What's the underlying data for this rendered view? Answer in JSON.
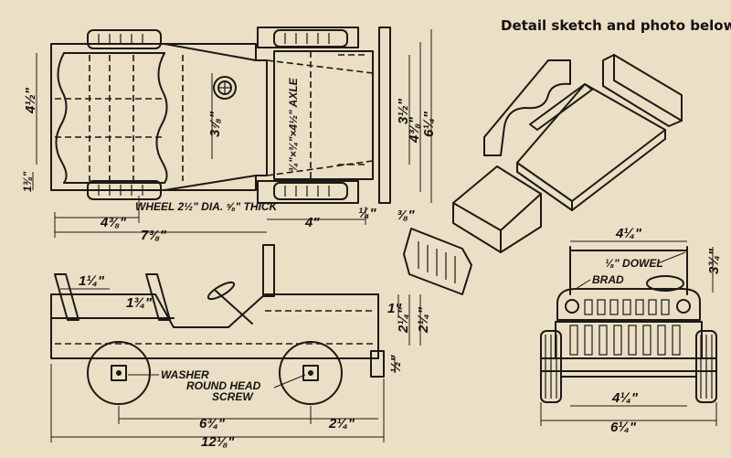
{
  "header": {
    "title": "Detail sketch and photo below"
  },
  "top_view": {
    "dim_length_front": "4⅜\"",
    "dim_total_length": "7⅜\"",
    "dim_rear": "4\"",
    "dim_width": "4½\"",
    "dim_seat_depth": "3⅞\"",
    "dim_small_left": "1⅜\"",
    "dim_axle_spacing": "3½\"",
    "dim_grille_depth": "4⅜\"",
    "dim_total_width": "6¼\"",
    "dim_bumper": "¼\"",
    "dim_grille_thick": "⅜\"",
    "wheel_note": "WHEEL 2½\" DIA. ⅝\" THICK",
    "axle_note": "¾\"×¾\"×4½\" AXLE"
  },
  "side_view": {
    "dim_seat_back": "1¼\"",
    "dim_seat_height": "1¾\"",
    "dim_hood_1": "1\"",
    "dim_hood_2": "2¼\"",
    "dim_hood_3": "2¼\"",
    "dim_bottom": "½\"",
    "dim_wheelbase": "6¾\"",
    "dim_front_overhang": "2¼\"",
    "dim_total": "12⅛\"",
    "washer_note": "WASHER",
    "screw_note_1": "ROUND HEAD",
    "screw_note_2": "SCREW"
  },
  "front_view": {
    "dim_top_width": "4¼\"",
    "dowel_note": "⅛\" DOWEL",
    "brad_note": "BRAD",
    "dim_height": "3¾\"",
    "dim_bottom_width": "4¼\"",
    "dim_overall_width": "6¼\""
  }
}
